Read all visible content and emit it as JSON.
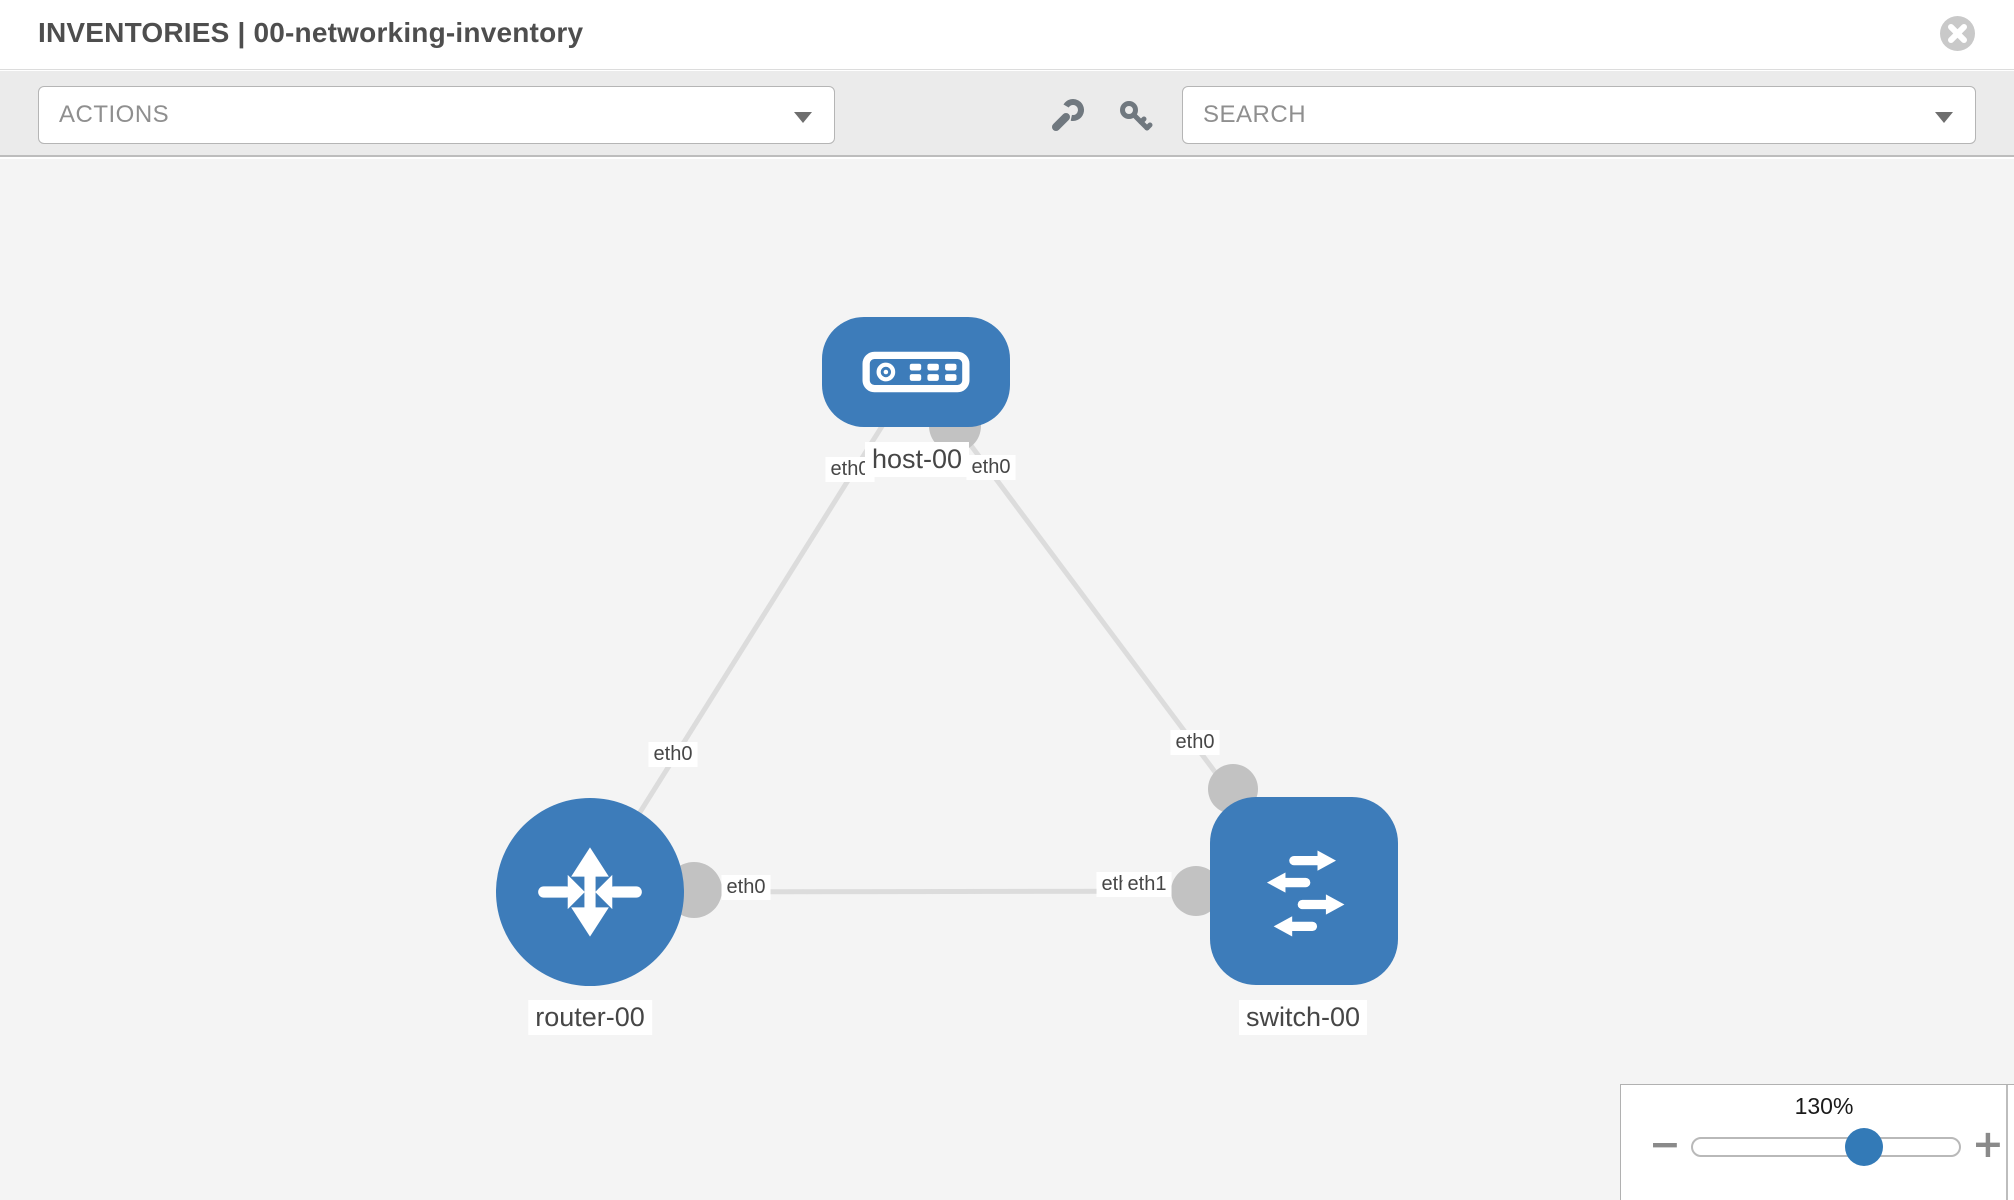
{
  "header": {
    "title": "INVENTORIES | 00-networking-inventory"
  },
  "toolbar": {
    "actions_dropdown": {
      "label": "ACTIONS"
    },
    "search_dropdown": {
      "label": "SEARCH"
    }
  },
  "graph": {
    "nodes": [
      {
        "name": "host-00",
        "type": "host"
      },
      {
        "name": "router-00",
        "type": "router"
      },
      {
        "name": "switch-00",
        "type": "switch"
      }
    ],
    "links": [
      {
        "from": "host-00",
        "to": "router-00"
      },
      {
        "from": "host-00",
        "to": "switch-00"
      },
      {
        "from": "router-00",
        "to": "switch-00"
      }
    ],
    "interface_labels": [
      {
        "text": "eth0",
        "position": "host-left"
      },
      {
        "text": "eth0",
        "position": "host-right"
      },
      {
        "text": "eth0",
        "position": "host-router-link"
      },
      {
        "text": "eth0",
        "position": "host-switch-link-near-switch"
      },
      {
        "text": "eth0",
        "position": "router-switch-link-near-router"
      },
      {
        "text": "eth0",
        "position": "switch-left-under"
      },
      {
        "text": "eth1",
        "position": "switch-left-over"
      }
    ],
    "colors": {
      "node": "#3d7cba",
      "link": "#dcdcdc",
      "connector": "#c2c2c2"
    }
  },
  "zoom_control": {
    "level": "130%",
    "minus_label": "−",
    "plus_label": "+",
    "thumb_color": "#337ab7"
  }
}
